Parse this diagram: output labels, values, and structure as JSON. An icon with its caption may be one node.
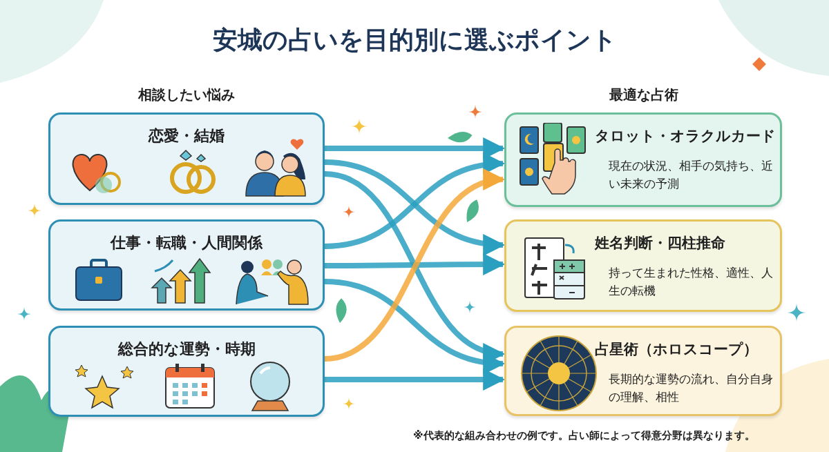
{
  "diagram": {
    "title": "安城の占いを目的別に選ぶポイント",
    "nodes": [
      {
        "text": [
          "恋愛・結婚"
        ]
      },
      {
        "text": [
          "仕事・転職・人間関係"
        ]
      },
      {
        "text": [
          "総合的な運勢・時期"
        ]
      },
      {
        "text": [
          "タロット・オラクルカード",
          "現在の状況、相手の気持ち、近い未来の予測"
        ]
      },
      {
        "text": [
          "姓名判断・四柱推命",
          "持って生まれた性格、適性、人生の転機"
        ]
      },
      {
        "text": [
          "占星術（ホロスコープ）",
          "長期的な運勢の流れ、自分自身の理解、相性"
        ]
      }
    ],
    "edges": [
      {
        "from": 0,
        "to": 3,
        "arrow": "to"
      },
      {
        "from": 0,
        "to": 4,
        "arrow": "to"
      },
      {
        "from": 0,
        "to": 5,
        "arrow": "to"
      },
      {
        "from": 1,
        "to": 3,
        "arrow": "to"
      },
      {
        "from": 1,
        "to": 4,
        "arrow": "to"
      },
      {
        "from": 1,
        "to": 5,
        "arrow": "to"
      },
      {
        "from": 2,
        "to": 3,
        "arrow": "to",
        "color": "#f5a83a"
      },
      {
        "from": 2,
        "to": 5,
        "arrow": "to"
      }
    ],
    "labels": [
      "相談したい悩み",
      "最適な占術",
      "※代表的な組み合わせの例です。占い師によって得意分野は異なります。"
    ]
  }
}
